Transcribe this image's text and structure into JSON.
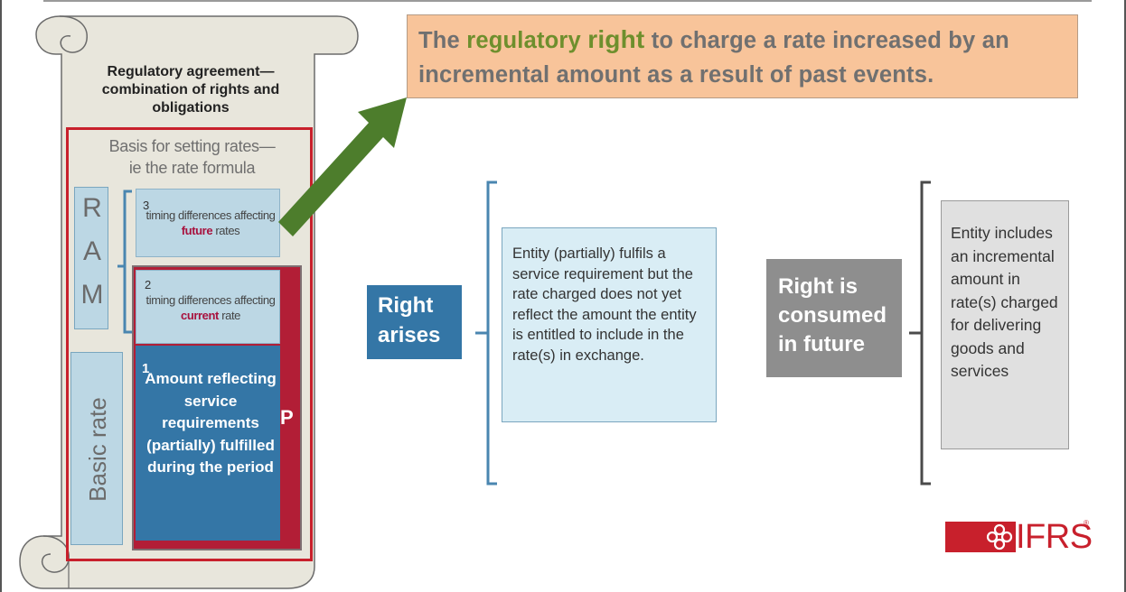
{
  "scroll": {
    "title_line1": "Regulatory agreement—",
    "title_line2": "combination of rights and",
    "title_line3": "obligations",
    "basis_line1": "Basis for setting rates—",
    "basis_line2": "ie the rate formula",
    "ram_letters": [
      "R",
      "A",
      "M"
    ],
    "basic_rate_label": "Basic rate",
    "box3": {
      "number": "3",
      "text_pre": "timing differences affecting ",
      "highlight": "future",
      "text_post": " rates"
    },
    "box2": {
      "number": "2",
      "text_pre": "timing differences affecting ",
      "highlight": "current",
      "text_post": " rate"
    },
    "box1": {
      "number": "1",
      "text": "Amount reflecting service requirements (partially) fulfilled during the period"
    },
    "p_label": "P"
  },
  "headline": {
    "pre": "The ",
    "green1": "regulatory",
    "space": " ",
    "green2": "right",
    "post_line1": " to charge a rate increased by an",
    "line2": "incremental amount as a result of past events."
  },
  "right_arises": "Right arises",
  "description": "Entity (partially) fulfils a service requirement but the rate charged does not yet reflect the amount the entity is entitled to include in the rate(s) in exchange.",
  "consumed": "Right is consumed in future",
  "entity_text": "Entity includes an incremental amount in rate(s) charged for delivering goods and services",
  "logo": {
    "text": "IFRS",
    "tm": "®"
  },
  "colors": {
    "red": "#c8202c",
    "dark_red": "#b21e36",
    "blue": "#3476a6",
    "light_blue": "#bcd7e4",
    "green_arrow": "#4d7d2c",
    "headline_bg": "#f8c49a",
    "grey_box": "#8e8e8e"
  }
}
